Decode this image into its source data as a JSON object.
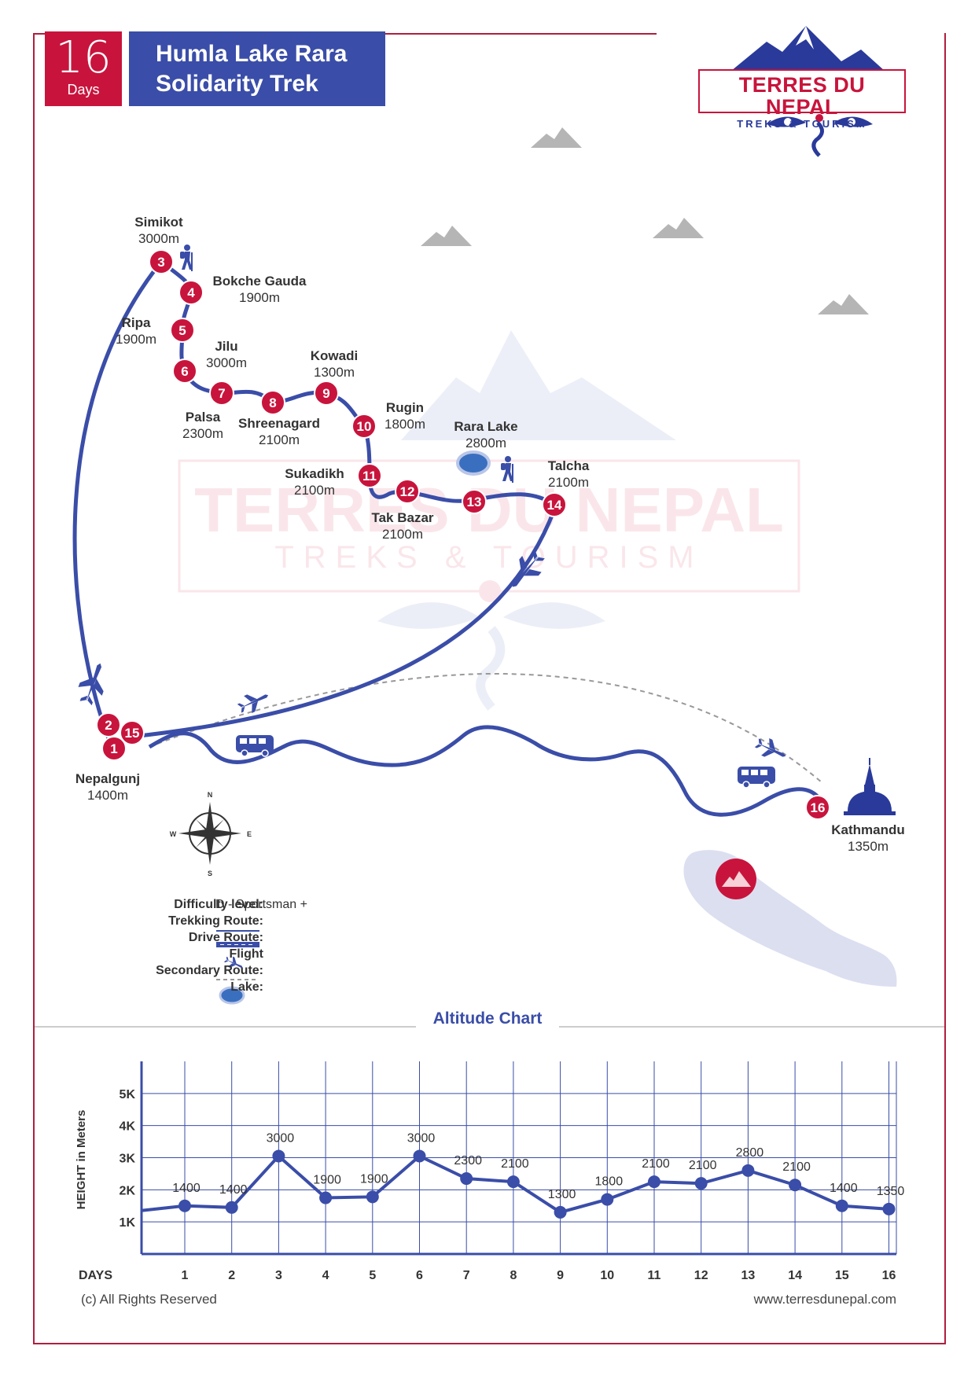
{
  "header": {
    "days_number": "16",
    "days_label": "Days",
    "title_line1": "Humla Lake Rara",
    "title_line2": "Solidarity Trek"
  },
  "logo": {
    "name": "TERRES DU NEPAL",
    "tagline": "TREKS & TOURISM"
  },
  "watermark": {
    "name": "TERRES DU NEPAL",
    "tagline": "TREKS & TOURISM"
  },
  "places": [
    {
      "name": "Simikot",
      "alt": "3000m"
    },
    {
      "name": "Bokche Gauda",
      "alt": "1900m"
    },
    {
      "name": "Ripa",
      "alt": "1900m"
    },
    {
      "name": "Jilu",
      "alt": "3000m"
    },
    {
      "name": "Kowadi",
      "alt": "1300m"
    },
    {
      "name": "Palsa",
      "alt": "2300m"
    },
    {
      "name": "Shreenagard",
      "alt": "2100m"
    },
    {
      "name": "Rugin",
      "alt": "1800m"
    },
    {
      "name": "Rara Lake",
      "alt": "2800m"
    },
    {
      "name": "Talcha",
      "alt": "2100m"
    },
    {
      "name": "Sukadikh",
      "alt": "2100m"
    },
    {
      "name": "Tak Bazar",
      "alt": "2100m"
    },
    {
      "name": "Nepalgunj",
      "alt": "1400m"
    },
    {
      "name": "Kathmandu",
      "alt": "1350m"
    }
  ],
  "stops": [
    "1",
    "2",
    "3",
    "4",
    "5",
    "6",
    "7",
    "8",
    "9",
    "10",
    "11",
    "12",
    "13",
    "14",
    "15",
    "16"
  ],
  "compass": {
    "n": "N",
    "e": "E",
    "s": "S",
    "w": "W"
  },
  "legend": {
    "difficulty_label": "Difficulty level:",
    "difficulty_value": "D - Sportsman +",
    "trekking_label": "Trekking Route:",
    "drive_label": "Drive Route:",
    "flight_label": "Flight",
    "secondary_label": "Secondary Route:",
    "lake_label": "Lake:"
  },
  "chart_title": "Altitude Chart",
  "chart_data": {
    "type": "line",
    "xlabel": "DAYS",
    "ylabel": "HEIGHT in Meters",
    "x": [
      "1",
      "2",
      "3",
      "4",
      "5",
      "6",
      "7",
      "8",
      "9",
      "10",
      "11",
      "12",
      "13",
      "14",
      "15",
      "16"
    ],
    "values": [
      1400,
      1400,
      3000,
      1900,
      1900,
      3000,
      2300,
      2100,
      1300,
      1800,
      2100,
      2100,
      2800,
      2100,
      1400,
      1350
    ],
    "plotted": [
      1500,
      1450,
      3050,
      1750,
      1780,
      3050,
      2350,
      2250,
      1300,
      1700,
      2250,
      2200,
      2600,
      2150,
      1500,
      1400
    ],
    "ytick_labels": [
      "1K",
      "2K",
      "3K",
      "4K",
      "5K"
    ],
    "ytick_values": [
      1000,
      2000,
      3000,
      4000,
      5000
    ],
    "ylim": [
      0,
      6000
    ],
    "grid": true,
    "color": "#3a4da8"
  },
  "footer": {
    "copyright": "(c) All Rights Reserved",
    "website": "www.terresdunepal.com"
  },
  "colors": {
    "red": "#c8143c",
    "blue": "#3a4da8",
    "border": "#b01e3f"
  }
}
